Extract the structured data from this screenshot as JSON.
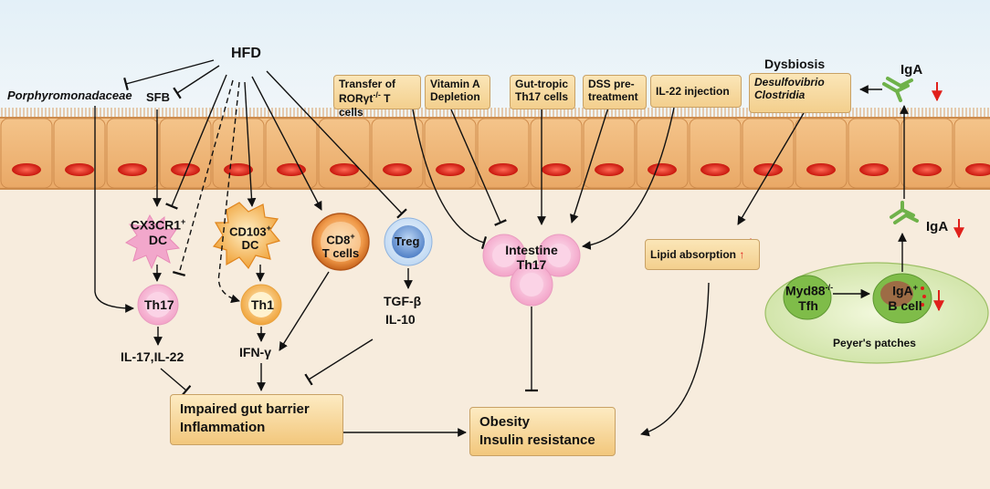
{
  "hfd": "HFD",
  "porphyro": "Porphyromonadaceae",
  "sfb": "SFB",
  "cx3cr1": {
    "main": "CX3CR1",
    "sup": "+",
    "sub": "DC"
  },
  "cd103": {
    "main": "CD103",
    "sup": "+",
    "sub": "DC"
  },
  "cd8": {
    "main": "CD8",
    "sup": "+",
    "sub": "T cells"
  },
  "treg": "Treg",
  "th17": "Th17",
  "th1": "Th1",
  "il17": "IL-17,IL-22",
  "ifng": "IFN-γ",
  "tgfb": "TGF-β",
  "il10": "IL-10",
  "barrier": {
    "line1": "Impaired gut barrier",
    "line2": "Inflammation"
  },
  "obesity": {
    "line1": "Obesity",
    "line2": "Insulin resistance"
  },
  "intestine": {
    "line1": "Intestine",
    "line2": "Th17"
  },
  "boxes": {
    "transfer": {
      "line1": "Transfer of",
      "line2a": "RORγt",
      "line2sup": "-/-",
      "line2b": " T cells"
    },
    "vitamin": {
      "line1": "Vitamin A",
      "line2": "Depletion"
    },
    "guttropic": {
      "line1": "Gut-tropic",
      "line2": "Th17 cells"
    },
    "dss": {
      "line1": "DSS pre-",
      "line2": "treatment"
    },
    "il22": "IL-22 injection",
    "lipid": "Lipid absorption"
  },
  "dysbiosis": "Dysbiosis",
  "desulfo": "Desulfovibrio",
  "clostridia": "Clostridia",
  "iga_top": "IgA",
  "iga_mid": "IgA",
  "myd88": {
    "main": "Myd88",
    "sup": "-/-",
    "sub": "Tfh"
  },
  "igab": {
    "main": "IgA",
    "sup": "+",
    "sub": "B cell"
  },
  "peyers": "Peyer's patches",
  "colors": {
    "arrow_red": "#e0201b",
    "box_fill": "#f3cf8d",
    "background": "#f7ecdd"
  }
}
